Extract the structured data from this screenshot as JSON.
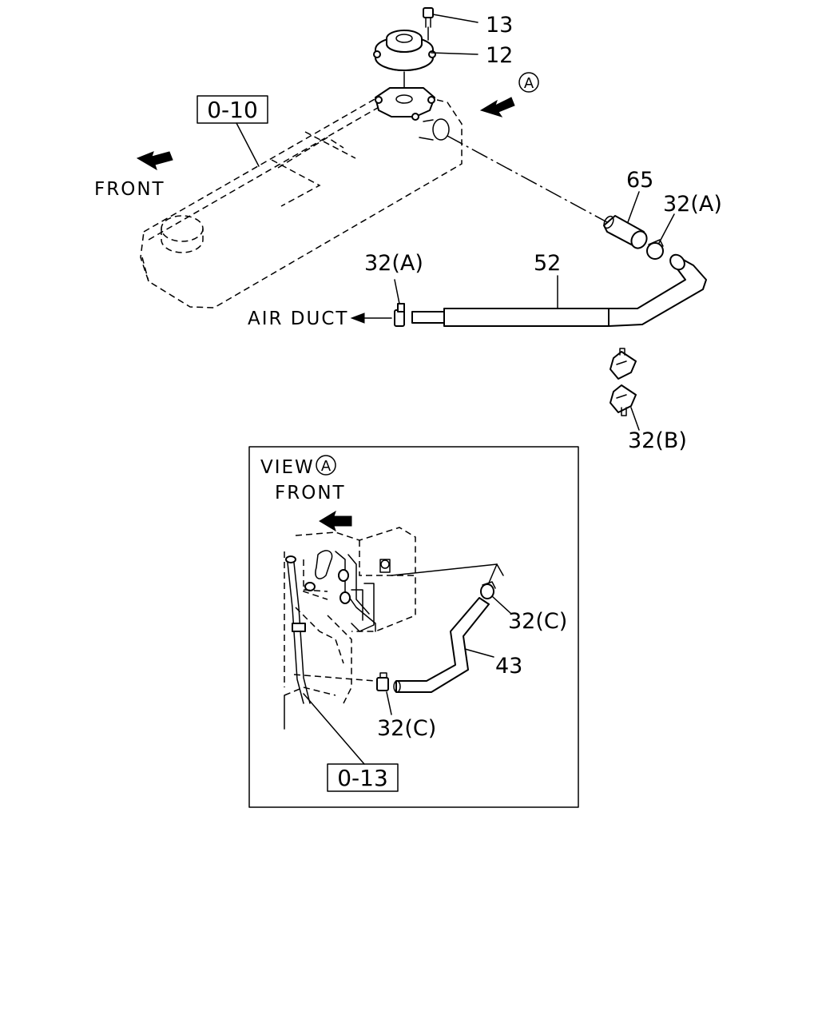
{
  "diagram": {
    "callouts": {
      "c13": "13",
      "c12": "12",
      "c65": "65",
      "c32a_right": "32(A)",
      "c32a_left": "32(A)",
      "c52": "52",
      "c32b": "32(B)",
      "c32c_upper": "32(C)",
      "c32c_lower": "32(C)",
      "c43": "43"
    },
    "references": {
      "ref_top": "0-10",
      "ref_bottom": "0-13"
    },
    "labels": {
      "front_top": "FRONT",
      "air_duct": "AIR DUCT",
      "view": "VIEW",
      "front_inset": "FRONT",
      "view_marker_top": "A",
      "view_marker_inset": "A"
    }
  }
}
